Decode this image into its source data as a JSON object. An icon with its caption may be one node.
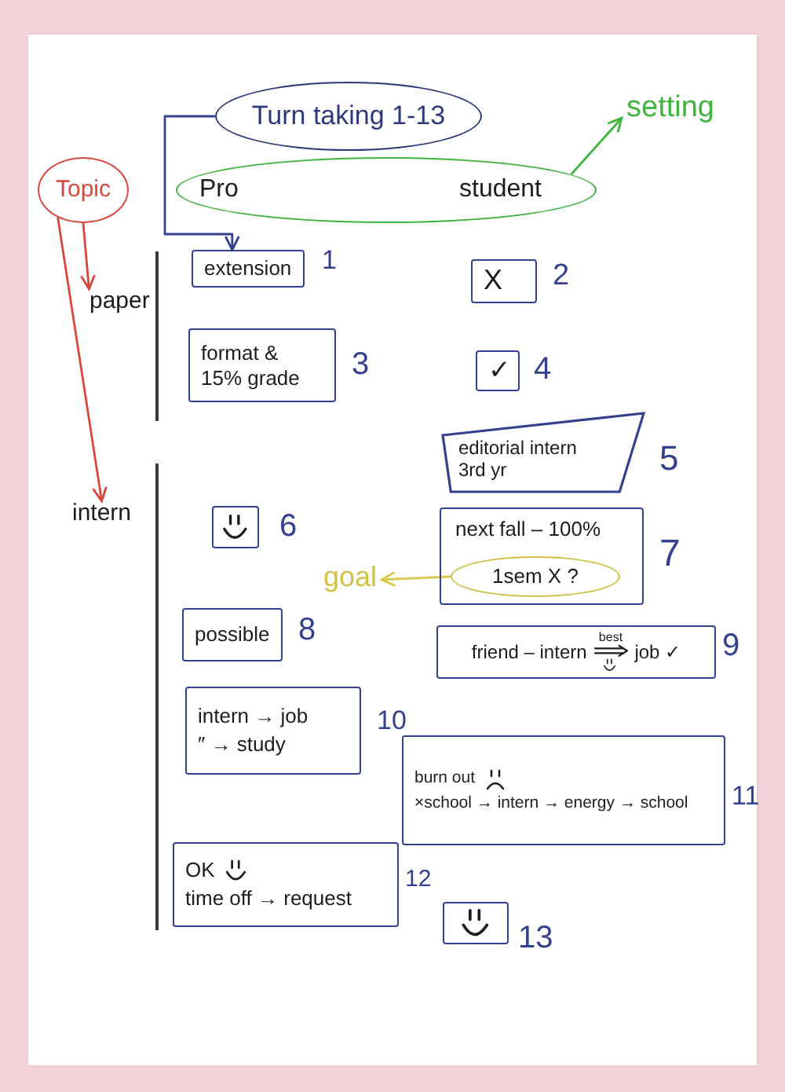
{
  "diagram": {
    "nodes": [
      {
        "text": [
          "Turn taking 1-13"
        ]
      },
      {
        "text": [
          "setting"
        ]
      },
      {
        "text": [
          "Topic"
        ]
      },
      {
        "text": [
          "Pro",
          "student"
        ]
      },
      {
        "text": [
          "paper"
        ]
      },
      {
        "text": [
          "extension"
        ],
        "beside": [
          "1"
        ]
      },
      {
        "text": [
          "X"
        ],
        "beside": [
          "2"
        ]
      },
      {
        "text": [
          "format & 15% grade"
        ],
        "beside": [
          "3"
        ]
      },
      {
        "text": [
          "✓"
        ],
        "beside": [
          "4"
        ]
      },
      {
        "text": [
          "editorial intern 3rd yr"
        ],
        "beside": [
          "5"
        ]
      },
      {
        "text": [
          "intern"
        ]
      },
      {
        "text": [],
        "shape": "box",
        "beside": [
          "6"
        ]
      },
      {
        "text": [
          "next fall – 100%"
        ],
        "beside": [
          "7"
        ]
      },
      {
        "text": [
          "1sem X ?"
        ],
        "in": 12
      },
      {
        "text": [
          "goal"
        ]
      },
      {
        "text": [
          "possible"
        ],
        "beside": [
          "8"
        ]
      },
      {
        "text": [
          "friend – intern",
          "best",
          "job ✓"
        ],
        "beside": [
          "9"
        ]
      },
      {
        "text": [
          "intern → job",
          "″ → study"
        ],
        "beside": [
          "10"
        ]
      },
      {
        "text": [
          "burn out",
          "×school → intern → energy → school"
        ],
        "beside": [
          "11"
        ]
      },
      {
        "text": [
          "OK",
          "time off → request"
        ],
        "beside": [
          "12"
        ]
      },
      {
        "text": [],
        "shape": "box",
        "beside": [
          "13"
        ]
      }
    ],
    "edges": [
      {
        "from": 0,
        "to": 5,
        "arrow": "to",
        "color": "#34418f"
      },
      {
        "from": 3,
        "to": 1,
        "arrow": "to",
        "color": "#3fb43f"
      },
      {
        "from": 2,
        "to": 4,
        "arrow": "to",
        "color": "#d9473c"
      },
      {
        "from": 2,
        "to": 10,
        "arrow": "to",
        "color": "#d9473c"
      },
      {
        "from": 13,
        "to": 14,
        "arrow": "to",
        "color": "#d8c94c"
      }
    ]
  }
}
